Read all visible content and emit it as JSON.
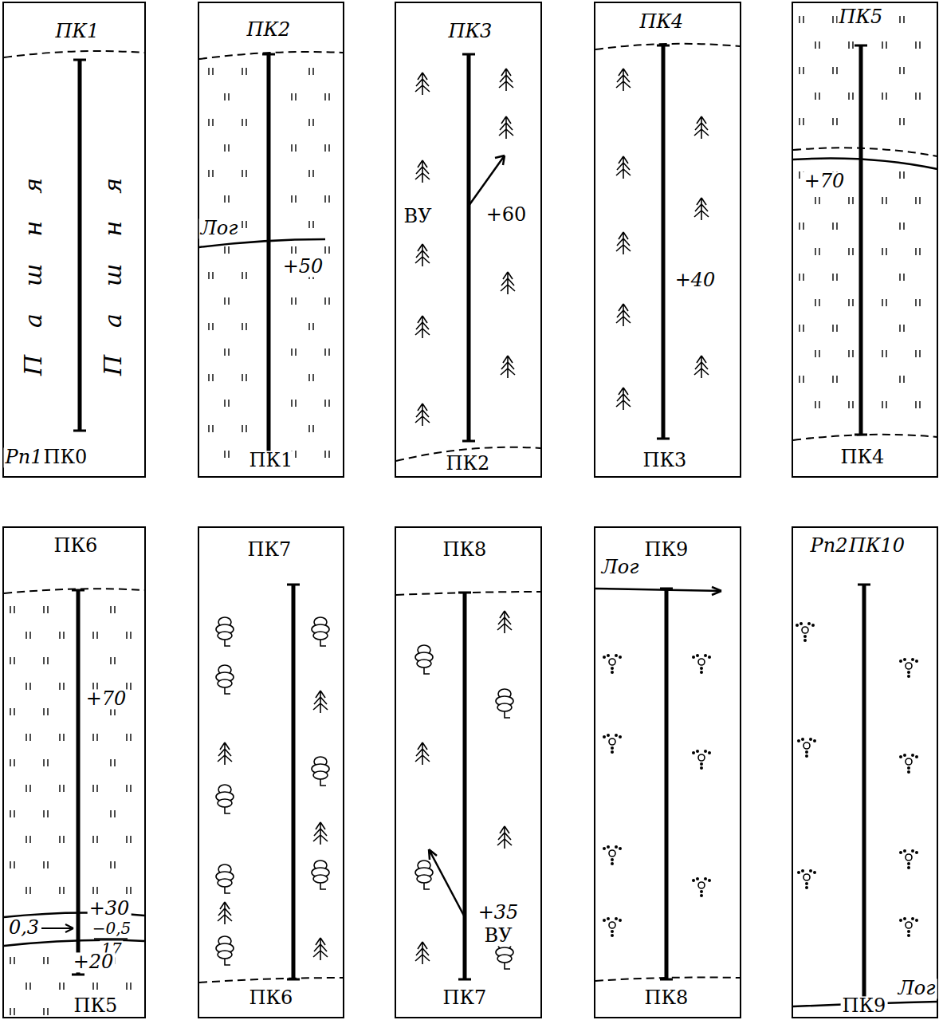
{
  "diagram": {
    "nodes": [
      {
        "text": [
          "ПК1",
          "Пашня",
          "Пашня",
          "Рп1",
          "ПК0"
        ]
      },
      {
        "text": [
          "ПК2",
          "Лог",
          "+50",
          "ПК1"
        ]
      },
      {
        "text": [
          "ПК3",
          "ВУ",
          "+60",
          "ПК2"
        ]
      },
      {
        "text": [
          "ПК4",
          "+40",
          "ПК3"
        ]
      },
      {
        "text": [
          "ПК5",
          "+70",
          "ПК4"
        ]
      },
      {
        "text": [
          "ПК6",
          "+70",
          "+30",
          "0,3",
          "−0,5",
          "17",
          "+20",
          "ПК5"
        ]
      },
      {
        "text": [
          "ПК7",
          "ПК6"
        ]
      },
      {
        "text": [
          "ПК8",
          "+35",
          "ВУ",
          "ПК7"
        ]
      },
      {
        "text": [
          "ПК9",
          "Лог",
          "ПК8"
        ]
      },
      {
        "text": [
          "Рп2",
          "ПК10",
          "Лог",
          "ПК9"
        ]
      }
    ]
  }
}
